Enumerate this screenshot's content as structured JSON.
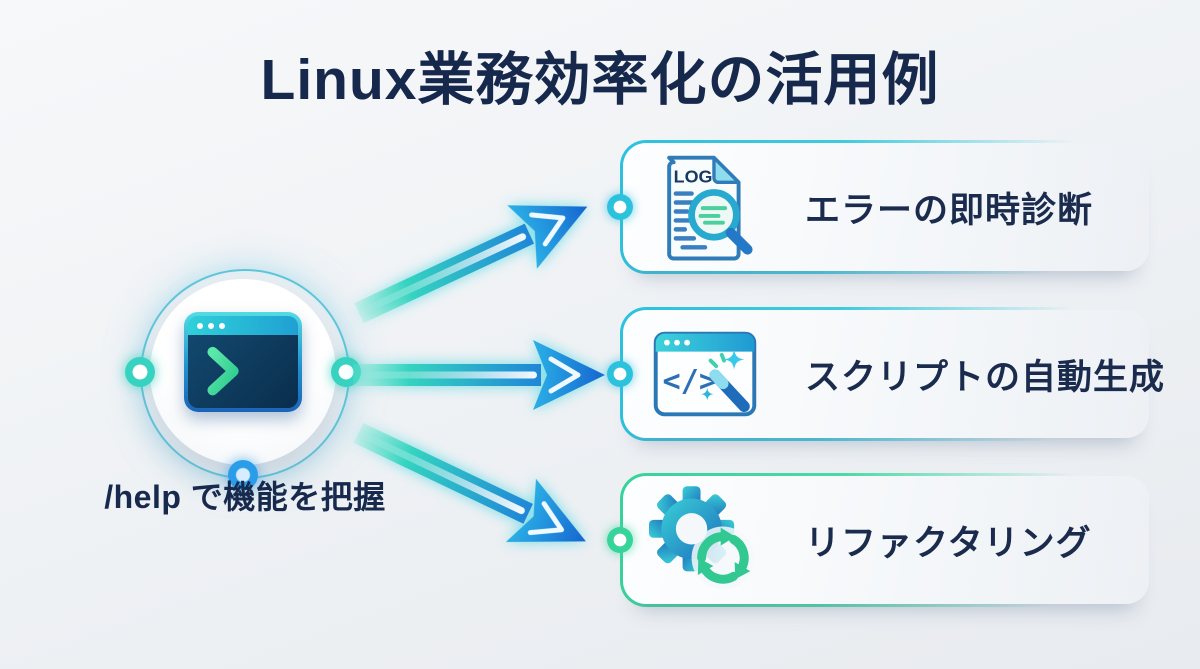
{
  "title": "Linux業務効率化の活用例",
  "hub": {
    "label": "/help で機能を把握",
    "icon": "terminal-window-icon"
  },
  "cards": [
    {
      "label": "エラーの即時診断",
      "icon": "log-magnifier-icon",
      "icon_label": "LOG",
      "accent": "#2cc1dd"
    },
    {
      "label": "スクリプトの自動生成",
      "icon": "code-wand-icon",
      "icon_label": "</>",
      "accent": "#2cc1dd"
    },
    {
      "label": "リファクタリング",
      "icon": "gear-recycle-icon",
      "accent": "#36d39a"
    }
  ],
  "colors": {
    "background": "#eef1f4",
    "title_text": "#16294c",
    "card_text": "#1a2b4d",
    "accent_cyan": "#2cc1dd",
    "accent_green": "#36d39a",
    "arrow_teal": "#34d3c0",
    "arrow_blue": "#1f86d8",
    "terminal_body": "#0d3a5e",
    "prompt_green": "#3fd598"
  }
}
